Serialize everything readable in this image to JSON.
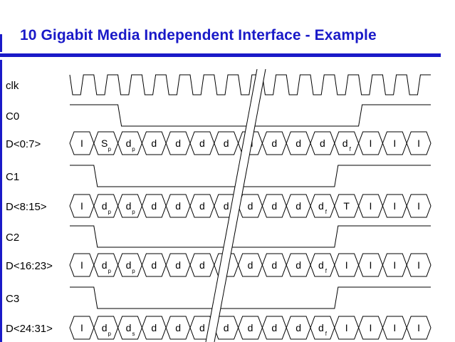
{
  "slide": {
    "title": "10 Gigabit Media Independent Interface - Example",
    "accent_color": "#1a1ac8"
  },
  "timing_diagram": {
    "signals": [
      {
        "name": "clk",
        "kind": "clock"
      },
      {
        "name": "C0",
        "kind": "control",
        "levels": [
          "high",
          "high",
          "low",
          "low",
          "low",
          "low",
          "low",
          "low",
          "low",
          "low",
          "low",
          "low",
          "high",
          "high",
          "high"
        ]
      },
      {
        "name": "D<0:7>",
        "kind": "bus",
        "cells": [
          {
            "t": "I",
            "s": ""
          },
          {
            "t": "S",
            "s": "p"
          },
          {
            "t": "d",
            "s": "p"
          },
          {
            "t": "d",
            "s": ""
          },
          {
            "t": "d",
            "s": ""
          },
          {
            "t": "d",
            "s": ""
          },
          {
            "t": "d",
            "s": ""
          },
          {
            "t": "d",
            "s": ""
          },
          {
            "t": "d",
            "s": ""
          },
          {
            "t": "d",
            "s": ""
          },
          {
            "t": "d",
            "s": ""
          },
          {
            "t": "d",
            "s": "f"
          },
          {
            "t": "I",
            "s": ""
          },
          {
            "t": "I",
            "s": ""
          },
          {
            "t": "I",
            "s": ""
          }
        ]
      },
      {
        "name": "C1",
        "kind": "control",
        "levels": [
          "high",
          "low",
          "low",
          "low",
          "low",
          "low",
          "low",
          "low",
          "low",
          "low",
          "low",
          "high",
          "high",
          "high",
          "high"
        ]
      },
      {
        "name": "D<8:15>",
        "kind": "bus",
        "cells": [
          {
            "t": "I",
            "s": ""
          },
          {
            "t": "d",
            "s": "p"
          },
          {
            "t": "d",
            "s": "p"
          },
          {
            "t": "d",
            "s": ""
          },
          {
            "t": "d",
            "s": ""
          },
          {
            "t": "d",
            "s": ""
          },
          {
            "t": "d",
            "s": ""
          },
          {
            "t": "d",
            "s": ""
          },
          {
            "t": "d",
            "s": ""
          },
          {
            "t": "d",
            "s": ""
          },
          {
            "t": "d",
            "s": "f"
          },
          {
            "t": "T",
            "s": ""
          },
          {
            "t": "I",
            "s": ""
          },
          {
            "t": "I",
            "s": ""
          },
          {
            "t": "I",
            "s": ""
          }
        ]
      },
      {
        "name": "C2",
        "kind": "control",
        "levels": [
          "high",
          "low",
          "low",
          "low",
          "low",
          "low",
          "low",
          "low",
          "low",
          "low",
          "low",
          "high",
          "high",
          "high",
          "high"
        ]
      },
      {
        "name": "D<16:23>",
        "kind": "bus",
        "cells": [
          {
            "t": "I",
            "s": ""
          },
          {
            "t": "d",
            "s": "p"
          },
          {
            "t": "d",
            "s": "p"
          },
          {
            "t": "d",
            "s": ""
          },
          {
            "t": "d",
            "s": ""
          },
          {
            "t": "d",
            "s": ""
          },
          {
            "t": "d",
            "s": ""
          },
          {
            "t": "d",
            "s": ""
          },
          {
            "t": "d",
            "s": ""
          },
          {
            "t": "d",
            "s": ""
          },
          {
            "t": "d",
            "s": "f"
          },
          {
            "t": "I",
            "s": ""
          },
          {
            "t": "I",
            "s": ""
          },
          {
            "t": "I",
            "s": ""
          },
          {
            "t": "I",
            "s": ""
          }
        ]
      },
      {
        "name": "C3",
        "kind": "control",
        "levels": [
          "high",
          "low",
          "low",
          "low",
          "low",
          "low",
          "low",
          "low",
          "low",
          "low",
          "low",
          "high",
          "high",
          "high",
          "high"
        ]
      },
      {
        "name": "D<24:31>",
        "kind": "bus",
        "cells": [
          {
            "t": "I",
            "s": ""
          },
          {
            "t": "d",
            "s": "p"
          },
          {
            "t": "d",
            "s": "s"
          },
          {
            "t": "d",
            "s": ""
          },
          {
            "t": "d",
            "s": ""
          },
          {
            "t": "d",
            "s": ""
          },
          {
            "t": "d",
            "s": ""
          },
          {
            "t": "d",
            "s": ""
          },
          {
            "t": "d",
            "s": ""
          },
          {
            "t": "d",
            "s": ""
          },
          {
            "t": "d",
            "s": "f"
          },
          {
            "t": "I",
            "s": ""
          },
          {
            "t": "I",
            "s": ""
          },
          {
            "t": "I",
            "s": ""
          },
          {
            "t": "I",
            "s": ""
          }
        ]
      }
    ],
    "time_break": true
  }
}
